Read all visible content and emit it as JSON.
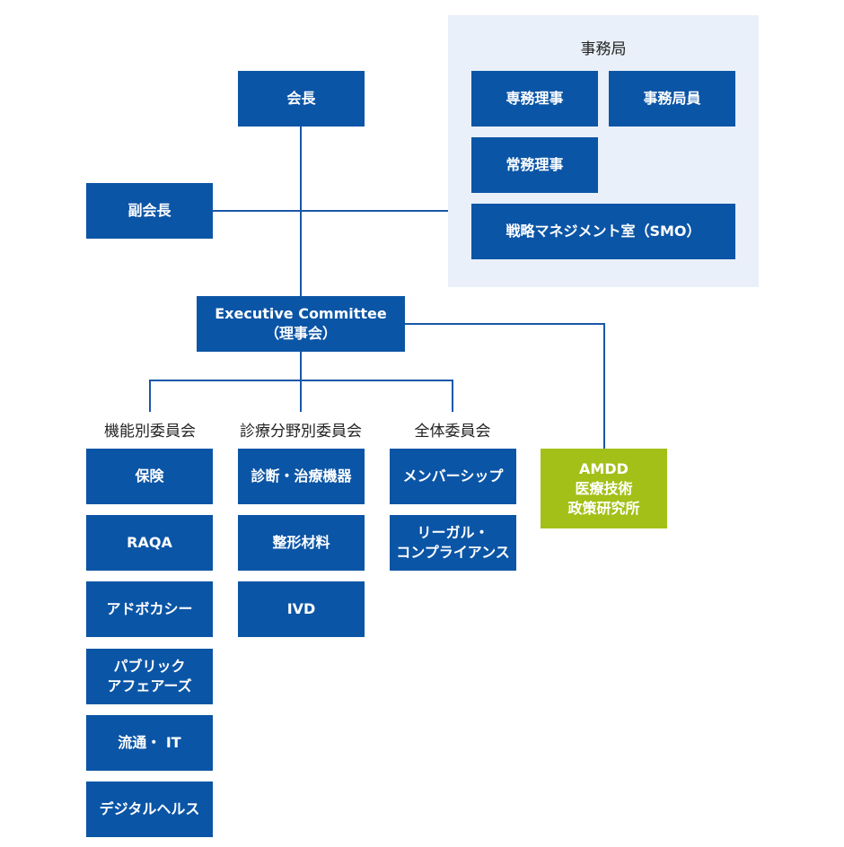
{
  "secretariat": {
    "title": "事務局",
    "managing_director": "専務理事",
    "staff": "事務局員",
    "executive_director": "常務理事",
    "smo": "戦略マネジメント室（SMO）"
  },
  "chairman": "会長",
  "vice_chairman": "副会長",
  "executive_committee": "Executive Committee\n（理事会）",
  "functional_committees": {
    "heading": "機能別委員会",
    "items": [
      "保険",
      "RAQA",
      "アドボカシー",
      "パブリック\nアフェアーズ",
      "流通・ IT",
      "デジタルヘルス"
    ]
  },
  "clinical_committees": {
    "heading": "診療分野別委員会",
    "items": [
      "診断・治療機器",
      "整形材料",
      "IVD"
    ]
  },
  "general_committees": {
    "heading": "全体委員会",
    "items": [
      "メンバーシップ",
      "リーガル・\nコンプライアンス"
    ]
  },
  "amdd_institute": "AMDD\n医療技術\n政策研究所",
  "colors": {
    "box_blue": "#0b55a6",
    "box_green": "#a3c018",
    "line_blue": "#1a57a8",
    "panel_bg": "#e9f0f9"
  }
}
